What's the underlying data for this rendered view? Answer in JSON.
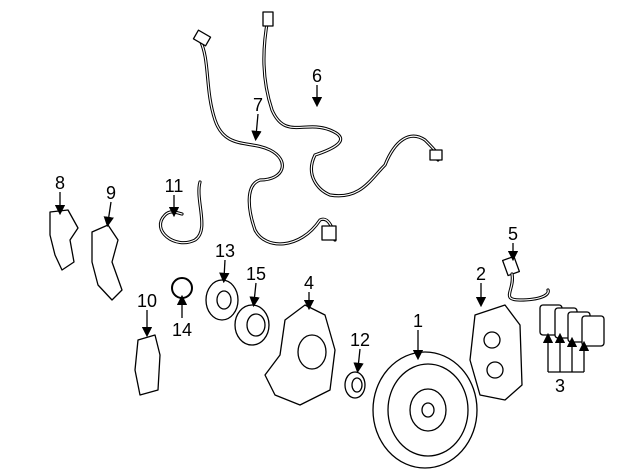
{
  "diagram": {
    "title": "Front brake components exploded view",
    "callouts": [
      "1",
      "2",
      "3",
      "4",
      "5",
      "6",
      "7",
      "8",
      "9",
      "10",
      "11",
      "12",
      "13",
      "14",
      "15"
    ]
  }
}
